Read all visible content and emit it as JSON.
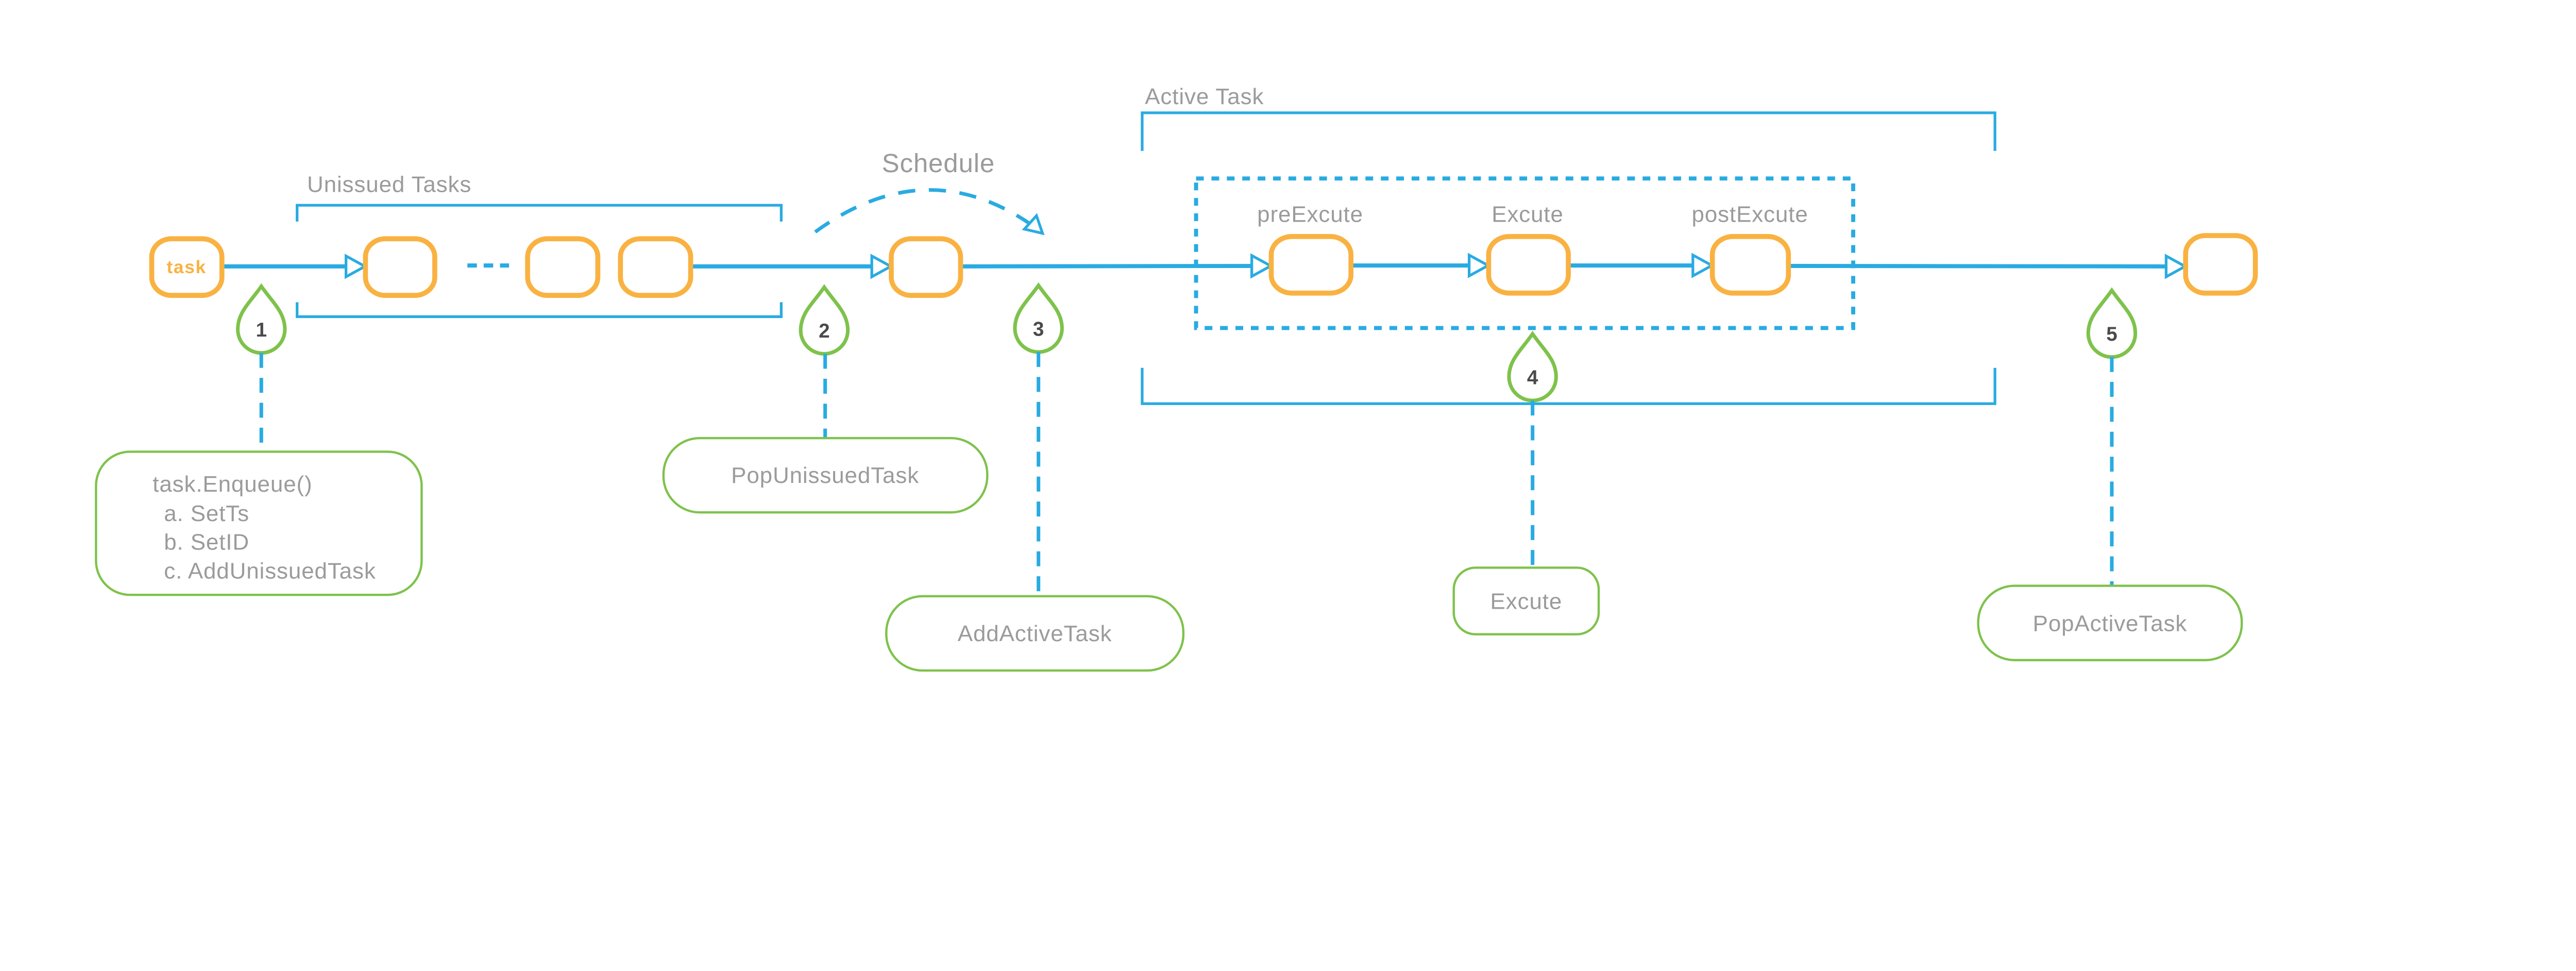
{
  "diagram": {
    "labels": {
      "task": "task",
      "unissued_tasks": "Unissued Tasks",
      "schedule": "Schedule",
      "active_task": "Active Task",
      "pre_excute": "preExcute",
      "excute_stage": "Excute",
      "post_excute": "postExcute"
    },
    "markers": [
      "1",
      "2",
      "3",
      "4",
      "5"
    ],
    "callouts": {
      "enqueue": {
        "lines": [
          "task.Enqueue()",
          "a. SetTs",
          "b. SetID",
          "c. AddUnissuedTask"
        ]
      },
      "pop_unissued": "PopUnissuedTask",
      "add_active": "AddActiveTask",
      "excute": "Excute",
      "pop_active": "PopActiveTask"
    },
    "colors": {
      "flow_blue": "#29ABE2",
      "node_orange": "#F9B242",
      "green": "#7EC24B",
      "label_gray": "#9B9B9B",
      "number_gray": "#4A4A4A",
      "background": "#FFFFFF"
    }
  }
}
